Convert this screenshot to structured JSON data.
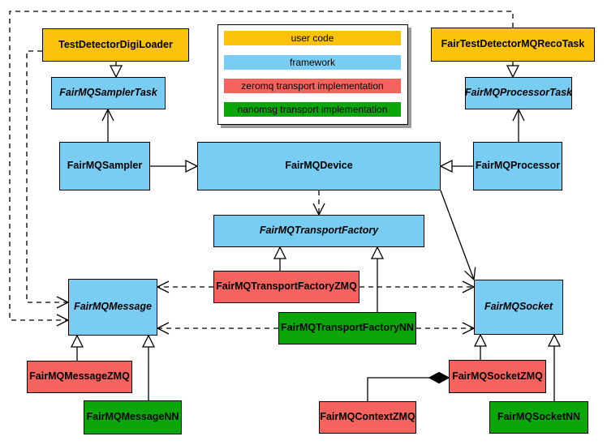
{
  "colors": {
    "user_code": "#FAC20A",
    "framework": "#79CCF2",
    "zeromq": "#F4635E",
    "nanomsg": "#0AA60A",
    "legend_shadow": "#9c9c9c",
    "line": "#000000"
  },
  "legend": {
    "items": [
      {
        "label": "user code",
        "category": "user_code"
      },
      {
        "label": "framework",
        "category": "framework"
      },
      {
        "label": "zeromq transport implementation",
        "category": "zeromq"
      },
      {
        "label": "nanomsg transport implementation",
        "category": "nanomsg"
      }
    ]
  },
  "nodes": {
    "digi_loader": {
      "label": "TestDetectorDigiLoader",
      "category": "user_code",
      "abstract": false
    },
    "sampler_task": {
      "label": "FairMQSamplerTask",
      "category": "framework",
      "abstract": true
    },
    "sampler": {
      "label": "FairMQSampler",
      "category": "framework",
      "abstract": false
    },
    "reco_task": {
      "label": "FairTestDetectorMQRecoTask",
      "category": "user_code",
      "abstract": false
    },
    "processor_task": {
      "label": "FairMQProcessorTask",
      "category": "framework",
      "abstract": true
    },
    "processor": {
      "label": "FairMQProcessor",
      "category": "framework",
      "abstract": false
    },
    "device": {
      "label": "FairMQDevice",
      "category": "framework",
      "abstract": false
    },
    "transport_factory": {
      "label": "FairMQTransportFactory",
      "category": "framework",
      "abstract": true
    },
    "transport_factory_zmq": {
      "label": "FairMQTransportFactoryZMQ",
      "category": "zeromq",
      "abstract": false
    },
    "transport_factory_nn": {
      "label": "FairMQTransportFactoryNN",
      "category": "nanomsg",
      "abstract": false
    },
    "message": {
      "label": "FairMQMessage",
      "category": "framework",
      "abstract": true
    },
    "message_zmq": {
      "label": "FairMQMessageZMQ",
      "category": "zeromq",
      "abstract": false
    },
    "message_nn": {
      "label": "FairMQMessageNN",
      "category": "nanomsg",
      "abstract": false
    },
    "socket": {
      "label": "FairMQSocket",
      "category": "framework",
      "abstract": true
    },
    "socket_zmq": {
      "label": "FairMQSocketZMQ",
      "category": "zeromq",
      "abstract": false
    },
    "socket_nn": {
      "label": "FairMQSocketNN",
      "category": "nanomsg",
      "abstract": false
    },
    "context_zmq": {
      "label": "FairMQContextZMQ",
      "category": "zeromq",
      "abstract": false
    }
  },
  "edges": [
    {
      "from": "TestDetectorDigiLoader",
      "to": "FairMQSamplerTask",
      "line": "solid",
      "arrow": "hollow-triangle"
    },
    {
      "from": "FairMQSampler",
      "to": "FairMQSamplerTask",
      "line": "solid",
      "arrow": "open-vee"
    },
    {
      "from": "FairMQSampler",
      "to": "FairMQDevice",
      "line": "solid",
      "arrow": "hollow-triangle"
    },
    {
      "from": "FairTestDetectorMQRecoTask",
      "to": "FairMQProcessorTask",
      "line": "solid",
      "arrow": "hollow-triangle"
    },
    {
      "from": "FairMQProcessor",
      "to": "FairMQProcessorTask",
      "line": "solid",
      "arrow": "open-vee"
    },
    {
      "from": "FairMQProcessor",
      "to": "FairMQDevice",
      "line": "solid",
      "arrow": "hollow-triangle"
    },
    {
      "from": "FairMQDevice",
      "to": "FairMQTransportFactory",
      "line": "dashed",
      "arrow": "open-vee"
    },
    {
      "from": "FairMQDevice",
      "to": "FairMQSocket",
      "line": "solid",
      "arrow": "open-vee"
    },
    {
      "from": "FairMQTransportFactoryZMQ",
      "to": "FairMQTransportFactory",
      "line": "solid",
      "arrow": "hollow-triangle"
    },
    {
      "from": "FairMQTransportFactoryNN",
      "to": "FairMQTransportFactory",
      "line": "solid",
      "arrow": "hollow-triangle"
    },
    {
      "from": "FairMQTransportFactoryZMQ",
      "to": "FairMQMessage",
      "line": "dashed",
      "arrow": "open-vee"
    },
    {
      "from": "FairMQTransportFactoryZMQ",
      "to": "FairMQSocket",
      "line": "dashed",
      "arrow": "open-vee"
    },
    {
      "from": "FairMQTransportFactoryNN",
      "to": "FairMQMessage",
      "line": "dashed",
      "arrow": "open-vee"
    },
    {
      "from": "FairMQTransportFactoryNN",
      "to": "FairMQSocket",
      "line": "dashed",
      "arrow": "open-vee"
    },
    {
      "from": "FairTestDetectorMQRecoTask",
      "to": "FairMQMessage",
      "line": "dashed",
      "arrow": "open-vee"
    },
    {
      "from": "TestDetectorDigiLoader",
      "to": "FairMQMessage",
      "line": "dashed",
      "arrow": "open-vee"
    },
    {
      "from": "FairMQMessageZMQ",
      "to": "FairMQMessage",
      "line": "solid",
      "arrow": "hollow-triangle"
    },
    {
      "from": "FairMQMessageNN",
      "to": "FairMQMessage",
      "line": "solid",
      "arrow": "hollow-triangle"
    },
    {
      "from": "FairMQSocketZMQ",
      "to": "FairMQSocket",
      "line": "solid",
      "arrow": "hollow-triangle"
    },
    {
      "from": "FairMQSocketNN",
      "to": "FairMQSocket",
      "line": "solid",
      "arrow": "hollow-triangle"
    },
    {
      "from": "FairMQContextZMQ",
      "to": "FairMQSocketZMQ",
      "line": "solid",
      "arrow": "filled-diamond"
    }
  ]
}
